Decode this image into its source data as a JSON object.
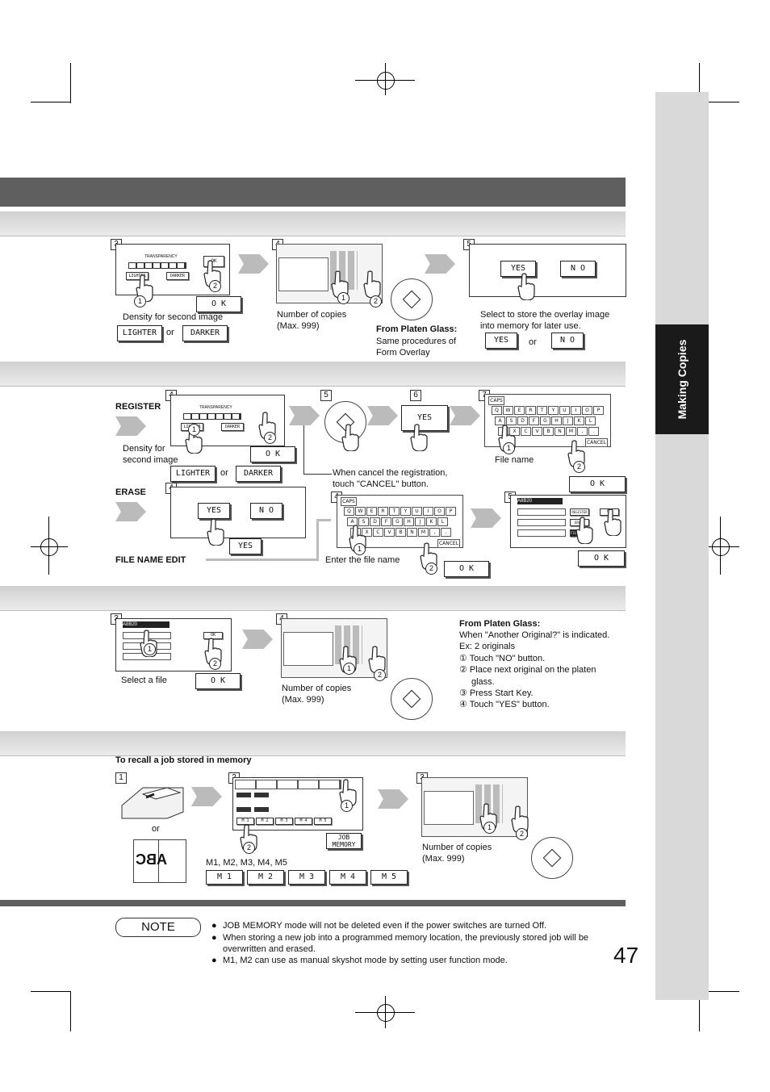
{
  "sidebar": {
    "tab_label": "Making Copies"
  },
  "overlay_section": {
    "steps": [
      "3",
      "4",
      "5"
    ],
    "panel_3": {
      "transparency_label": "TRANSPARENCY",
      "lighter": "LIGHTER",
      "darker": "DARKER",
      "ok": "OK"
    },
    "ok_button": "O K",
    "density_caption": "Density for second image",
    "lighter_button": "LIGHTER",
    "or": "or",
    "darker_button": "DARKER",
    "copies_caption": "Number of copies (Max. 999)",
    "platen_title": "From Platen Glass:",
    "platen_text": "Same procedures of Form Overlay",
    "store_caption": "Select to store the overlay image into memory for later use.",
    "yes_button": "YES",
    "no_button": "N O"
  },
  "register_section": {
    "register_label": "REGISTER",
    "erase_label": "ERASE",
    "file_name_edit_label": "FILE NAME EDIT",
    "steps_register": [
      "4",
      "5",
      "6",
      "7"
    ],
    "steps_erase": [
      "4"
    ],
    "steps_edit": [
      "4",
      "5"
    ],
    "density_caption": "Density for second image",
    "lighter_button": "LIGHTER",
    "or": "or",
    "darker_button": "DARKER",
    "ok_button": "O K",
    "cancel_caption": "When cancel the registration, touch \"CANCEL\" button.",
    "yes_button": "YES",
    "no_button": "N O",
    "file_name_caption": "File name",
    "enter_caption": "Enter the file name",
    "register_btn": "REGISTER",
    "erase_btn": "ERASE",
    "edit_btn": "FILE NAME EDIT",
    "ok_small": "OK",
    "caps": "CAPS",
    "cancel_key": "CANCEL",
    "keyboard_rows": [
      [
        "Q",
        "W",
        "E",
        "R",
        "T",
        "Y",
        "U",
        "I",
        "O",
        "P"
      ],
      [
        "A",
        "S",
        "D",
        "F",
        "G",
        "H",
        "J",
        "K",
        "L"
      ],
      [
        "Z",
        "X",
        "C",
        "V",
        "B",
        "N",
        "M",
        ",",
        "."
      ]
    ],
    "file_entry": "A8B20"
  },
  "recall_file_section": {
    "steps": [
      "3",
      "4"
    ],
    "select_caption": "Select a file",
    "ok_button": "O K",
    "copies_caption": "Number of copies (Max. 999)",
    "platen_title": "From Platen Glass:",
    "platen_lines": [
      "When \"Another Original?\" is indicated.",
      "Ex: 2 originals",
      "① Touch \"NO\" button.",
      "② Place next original on the platen",
      "glass.",
      "③ Press Start Key.",
      "④ Touch \"YES\" button."
    ]
  },
  "job_memory_section": {
    "heading": "To recall a job stored in memory",
    "steps": [
      "1",
      "2",
      "3"
    ],
    "or": "or",
    "abc": "ABC",
    "job_memory_button": "JOB MEMORY",
    "m_caption": "M1, M2, M3, M4, M5",
    "m_buttons": [
      "M 1",
      "M 2",
      "M 3",
      "M 4",
      "M 5"
    ],
    "copies_caption": "Number of copies (Max. 999)"
  },
  "note": {
    "label": "NOTE",
    "items": [
      "JOB MEMORY mode will not be deleted even if the power switches are turned Off.",
      "When storing a new job into a programmed memory location, the previously stored job will be overwritten and erased.",
      "M1, M2 can use as manual skyshot mode by setting user function mode."
    ]
  },
  "page_number": "47",
  "circle_numbers": {
    "one": "1",
    "two": "2"
  }
}
